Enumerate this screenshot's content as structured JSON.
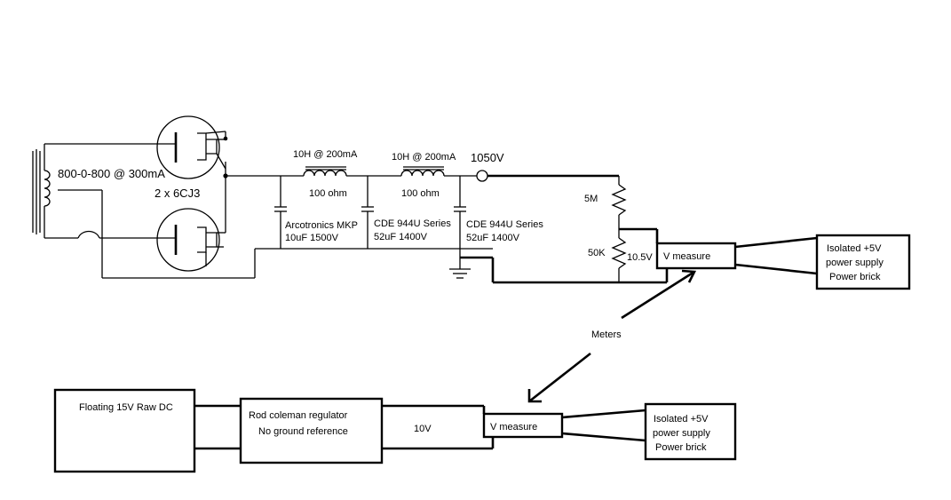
{
  "schematic": {
    "transformer_label": "800-0-800 @ 300mA",
    "rectifier_label": "2 x  6CJ3",
    "choke1_label": "10H @ 200mA",
    "choke1_resistance": "100 ohm",
    "choke2_label": "10H @ 200mA",
    "choke2_resistance": "100 ohm",
    "output_voltage": "1050V",
    "cap1_name": "Arcotronics MKP",
    "cap1_value": "10uF 1500V",
    "cap2_name": "CDE 944U Series",
    "cap2_value": "52uF 1400V",
    "cap3_name": "CDE 944U Series",
    "cap3_value": "52uF 1400V",
    "r_top": "5M",
    "r_bottom": "50K",
    "divider_voltage": "10.5V",
    "meter_label": "V measure",
    "supply_line1": "Isolated +5V",
    "supply_line2": "power supply",
    "supply_line3": "Power brick"
  },
  "pointer_label": "Meters",
  "test_setup": {
    "source_label": "Floating 15V Raw DC",
    "regulator_line1": "Rod coleman regulator",
    "regulator_line2": "No ground reference",
    "voltage_label": "10V",
    "meter_label": "V measure",
    "supply_line1": "Isolated +5V",
    "supply_line2": "power supply",
    "supply_line3": "Power brick"
  }
}
